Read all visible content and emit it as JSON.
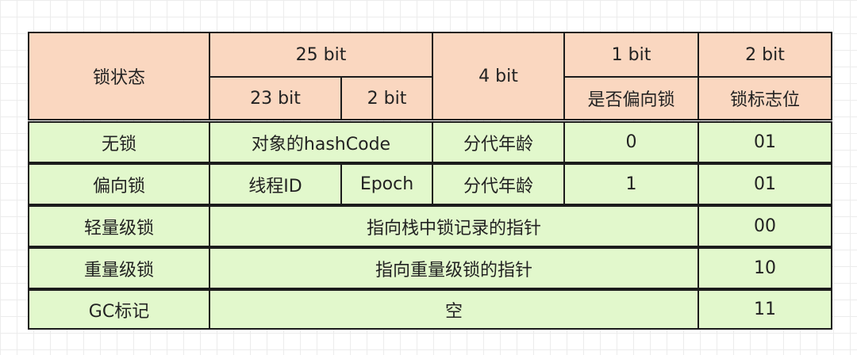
{
  "header": {
    "lock_state": "锁状态",
    "bits25": "25 bit",
    "bits23": "23 bit",
    "bits2": "2 bit",
    "bits4": "4 bit",
    "bits1": "1 bit",
    "bits2b": "2 bit",
    "biased_flag": "是否偏向锁",
    "lock_flag": "锁标志位"
  },
  "rows": [
    {
      "state": "无锁",
      "content": "对象的hashCode",
      "age": "分代年龄",
      "biased": "0",
      "flag": "01"
    },
    {
      "state": "偏向锁",
      "thread_id": "线程ID",
      "epoch": "Epoch",
      "age": "分代年龄",
      "biased": "1",
      "flag": "01"
    },
    {
      "state": "轻量级锁",
      "content": "指向栈中锁记录的指针",
      "flag": "00"
    },
    {
      "state": "重量级锁",
      "content": "指向重量级锁的指针",
      "flag": "10"
    },
    {
      "state": "GC标记",
      "content": "空",
      "flag": "11"
    }
  ]
}
